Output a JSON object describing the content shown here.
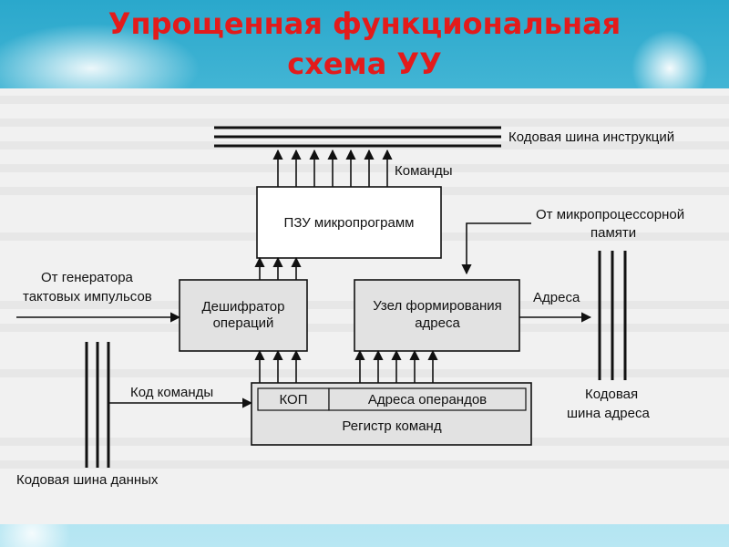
{
  "title": {
    "line1": "Упрощенная функциональная",
    "line2": "схема УУ"
  },
  "colors": {
    "title": "#e31b1b",
    "background": "#3aaed0",
    "block_fill": "#e2e2e2",
    "line": "#111111"
  },
  "diagram": {
    "instruction_bus_label": "Кодовая шина инструкций",
    "commands_label": "Команды",
    "microprogram_rom": "ПЗУ микропрограмм",
    "from_memory_line1": "От микропроцессорной",
    "from_memory_line2": "памяти",
    "clock_line1": "От генератора",
    "clock_line2": "тактовых импульсов",
    "decoder_line1": "Дешифратор",
    "decoder_line2": "операций",
    "address_unit_line1": "Узел формирования",
    "address_unit_line2": "адреса",
    "addresses_label": "Адреса",
    "command_code_label": "Код команды",
    "kop_label": "КОП",
    "operand_addresses_label": "Адреса операндов",
    "command_register_label": "Регистр команд",
    "address_bus_line1": "Кодовая",
    "address_bus_line2": "шина адреса",
    "data_bus_label": "Кодовая шина данных"
  }
}
